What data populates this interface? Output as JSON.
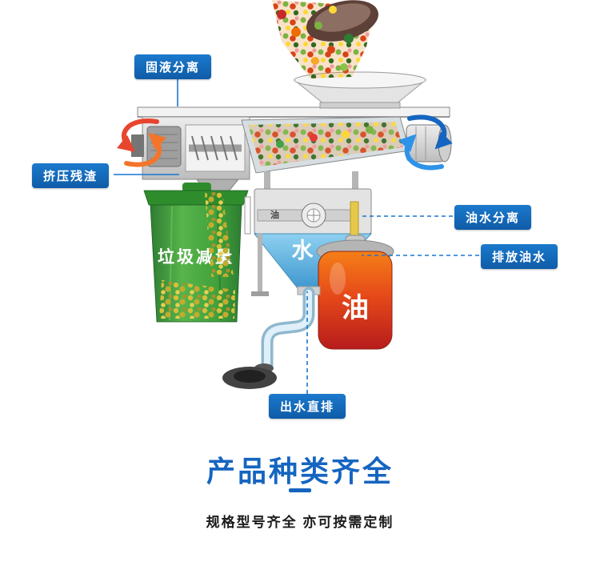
{
  "annotations": {
    "solid_liquid": "固液分离",
    "squeeze_residue": "挤压残渣",
    "oil_water": "油水分离",
    "discharge_oil": "排放油水",
    "water_outlet": "出水直排"
  },
  "machine": {
    "bin_text": "垃圾减量",
    "water_text": "水",
    "oil_container_text": "油",
    "tank_oil_text": "油"
  },
  "footer": {
    "title": "产品种类齐全",
    "subtitle": "规格型号齐全 亦可按需定制"
  },
  "colors": {
    "label_bg": "#1467b2",
    "title_blue": "#1565c0",
    "bin_green": "#3fa03a",
    "water_blue": "#5bb7e8",
    "oil_red": "#c62828",
    "arrow_red": "#e8452e",
    "arrow_blue": "#1e88e5",
    "leader_blue": "#1976d2"
  }
}
